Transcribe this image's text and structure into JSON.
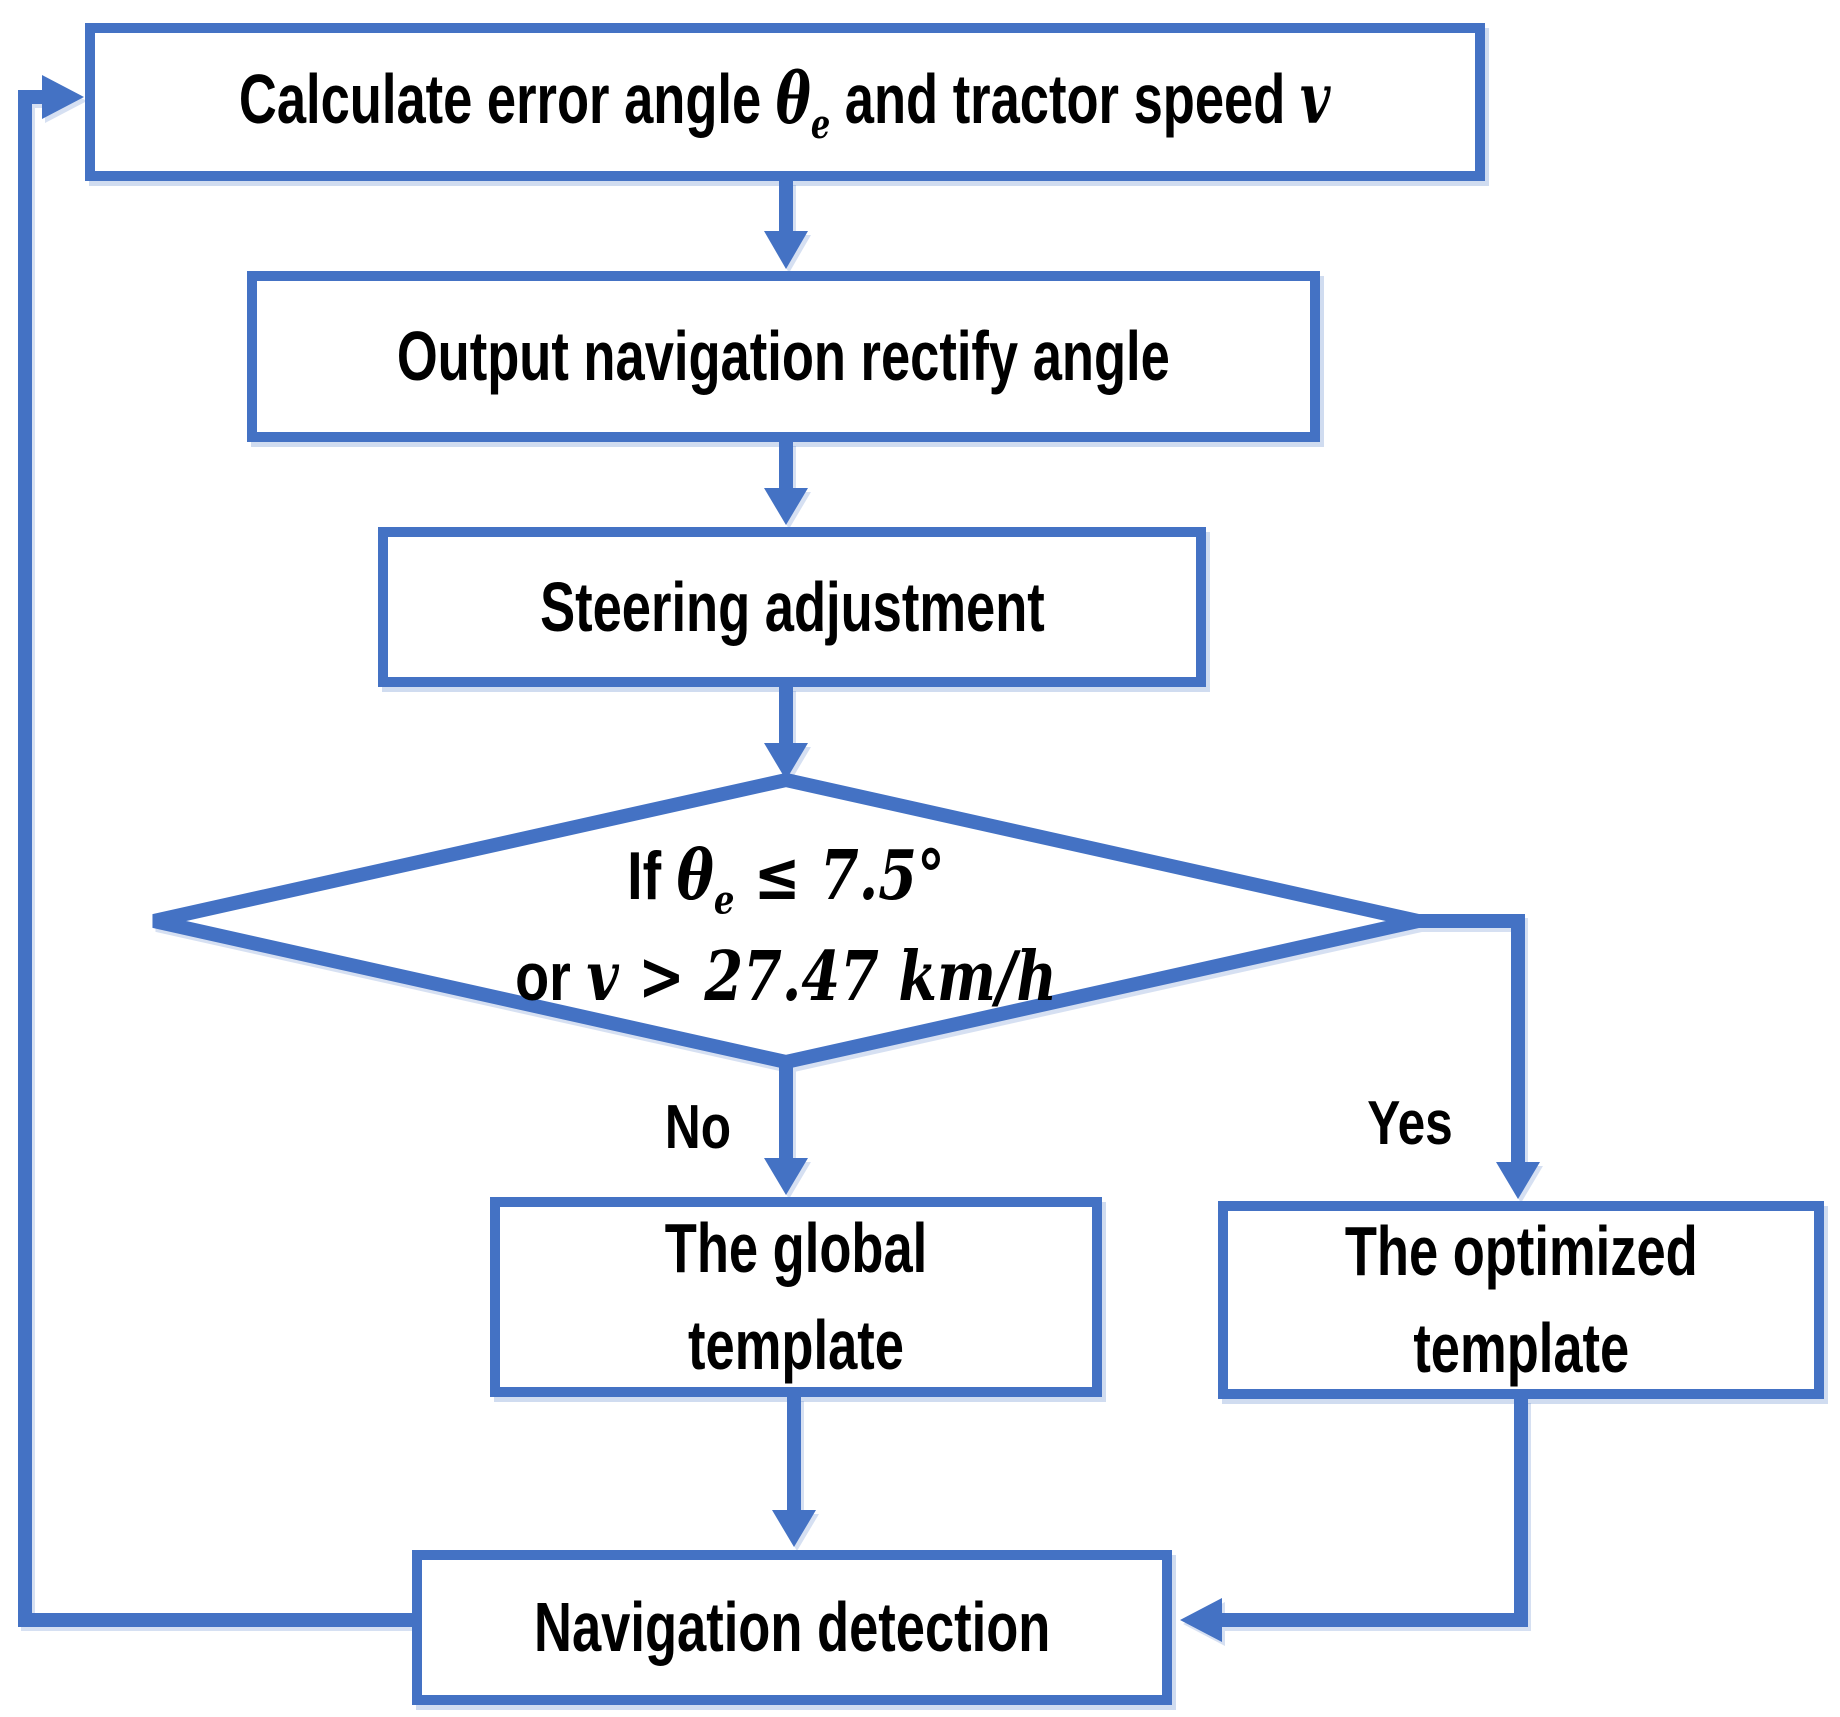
{
  "colors": {
    "accent": "#4472C4",
    "text": "#000000"
  },
  "nodes": {
    "calculate": {
      "t1": "Calculate error angle ",
      "m1": "θ",
      "m1sub": "e",
      "t2": " and tractor speed ",
      "m2": "v"
    },
    "output": {
      "label": "Output navigation rectify angle"
    },
    "steering": {
      "label": "Steering adjustment"
    },
    "decision": {
      "l1_t": "If ",
      "l1_m": "θ",
      "l1_sub": "e",
      "l1_rest": " ≤ 7.5°",
      "l2_t": "or ",
      "l2_m": "v > 27.47 km/h"
    },
    "global": {
      "line1": "The global",
      "line2": "template"
    },
    "optimized": {
      "line1": "The optimized",
      "line2": "template"
    },
    "navigation": {
      "label": "Navigation detection"
    }
  },
  "branch_labels": {
    "no": "No",
    "yes": "Yes"
  }
}
